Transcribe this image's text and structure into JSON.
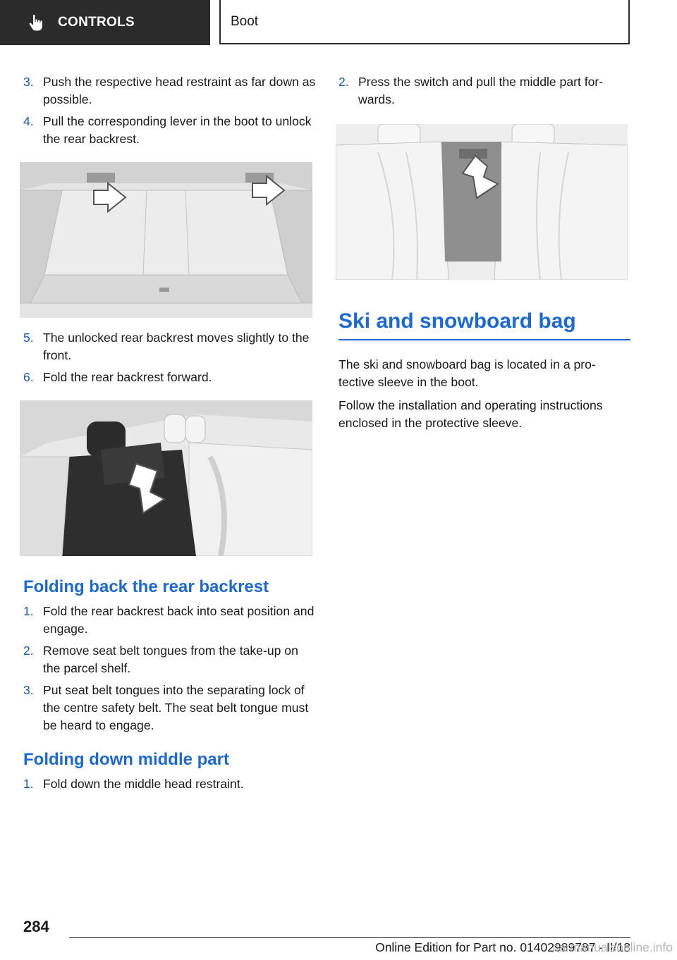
{
  "header": {
    "chapter": "CONTROLS",
    "section": "Boot"
  },
  "left": {
    "steps_a": [
      {
        "num": "3.",
        "text": "Push the respective head restraint as far down as possible."
      },
      {
        "num": "4.",
        "text": "Pull the corresponding lever in the boot to unlock the rear backrest."
      }
    ],
    "steps_b": [
      {
        "num": "5.",
        "text": "The unlocked rear backrest moves slightly to the front."
      },
      {
        "num": "6.",
        "text": "Fold the rear backrest forward."
      }
    ],
    "heading_fold_back": "Folding back the rear backrest",
    "steps_c": [
      {
        "num": "1.",
        "text": "Fold the rear backrest back into seat position and engage."
      },
      {
        "num": "2.",
        "text": "Remove seat belt tongues from the take-up on the parcel shelf."
      },
      {
        "num": "3.",
        "text": "Put seat belt tongues into the separating lock of the centre safety belt. The seat belt tongue must be heard to engage."
      }
    ],
    "heading_middle": "Folding down middle part",
    "steps_d": [
      {
        "num": "1.",
        "text": "Fold down the middle head restraint."
      }
    ]
  },
  "right": {
    "steps_a": [
      {
        "num": "2.",
        "text": "Press the switch and pull the middle part for-wards."
      }
    ],
    "heading_ski": "Ski and snowboard bag",
    "para1": "The ski and snowboard bag is located in a pro-tective sleeve in the boot.",
    "para2": "Follow the installation and operating instructions enclosed in the protective sleeve."
  },
  "footer": {
    "page_number": "284",
    "edition": "Online Edition for Part no. 01402989787 - II/18",
    "watermark": "carmanualsonline.info"
  }
}
